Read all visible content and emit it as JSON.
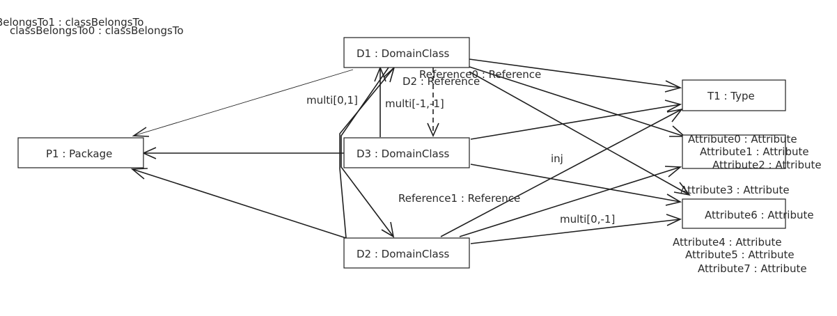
{
  "nodes": {
    "d1": "D1 : DomainClass",
    "t1": "T1 : Type",
    "p1": "P1 : Package",
    "d3": "D3 : DomainClass",
    "attr_box_upper": "",
    "attr6_box": "Attribute6 : Attribute",
    "d2": "D2 : DomainClass"
  },
  "labels": {
    "class_belongs_to1": "BelongsTo1 : classBelongsTo",
    "class_belongs_to0": "classBelongsTo0 : classBelongsTo",
    "reference0": "Reference0 : Reference",
    "d2_reference": "D2 : Reference",
    "multi_0_1": "multi[0,1]",
    "multi_neg1": "multi[-1,-1]",
    "inj": "inj",
    "reference1": "Reference1 : Reference",
    "multi_0_neg1": "multi[0,-1]",
    "attribute0": "Attribute0 : Attribute",
    "attribute1": "Attribute1 : Attribute",
    "attribute2": "Attribute2 : Attribute",
    "attribute3": "Attribute3 : Attribute",
    "attribute4": "Attribute4 : Attribute",
    "attribute5": "Attribute5 : Attribute",
    "attribute7": "Attribute7 : Attribute"
  }
}
